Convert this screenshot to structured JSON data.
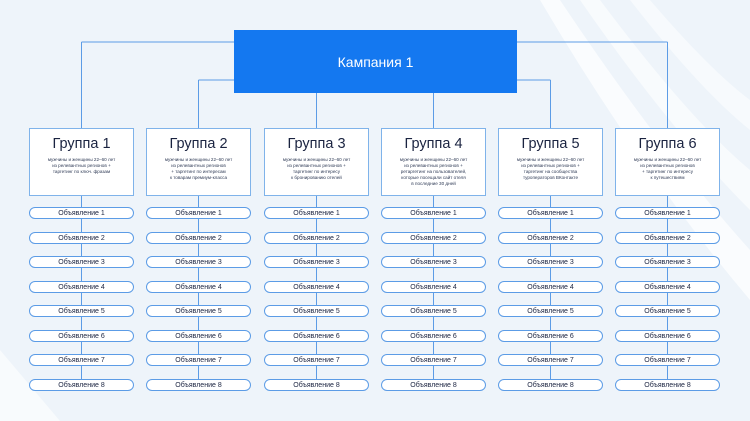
{
  "campaign": {
    "label": "Кампания 1"
  },
  "ad_labels": [
    "Объявление 1",
    "Объявление 2",
    "Объявление 3",
    "Объявление 4",
    "Объявление 5",
    "Объявление 6",
    "Объявление 7",
    "Объявление 8"
  ],
  "groups": [
    {
      "title": "Группа 1",
      "desc": "мужчины и женщины 22–60 лет\nиз релевантных регионов +\nтаргетинг по ключ. фразам"
    },
    {
      "title": "Группа 2",
      "desc": "мужчины и женщины 22–60 лет\nиз релевантных регионов\n+ таргетинг по интересам\nк товарам премиум-класса"
    },
    {
      "title": "Группа 3",
      "desc": "мужчины и женщины 22–60 лет\nиз релевантных регионов +\nтаргетинг по интересу\nк бронированию отелей"
    },
    {
      "title": "Группа 4",
      "desc": "мужчины и женщины 22–60 лет\nиз релевантных регионов +\nретаргетинг на пользователей,\nкоторые посещали сайт отеля\nв последние 30 дней"
    },
    {
      "title": "Группа 5",
      "desc": "мужчины и женщины 22–60 лет\nиз релевантных регионов +\nтаргетинг на сообщества\nтуроператоров ВКонтакте"
    },
    {
      "title": "Группа 6",
      "desc": "мужчины и женщины 22–60 лет\nиз релевантных регионов\n+ таргетинг по интересу\nк путешествиям"
    }
  ],
  "colors": {
    "accent": "#1478f0",
    "line": "#5c9ce6",
    "background": "#eef4fa"
  }
}
